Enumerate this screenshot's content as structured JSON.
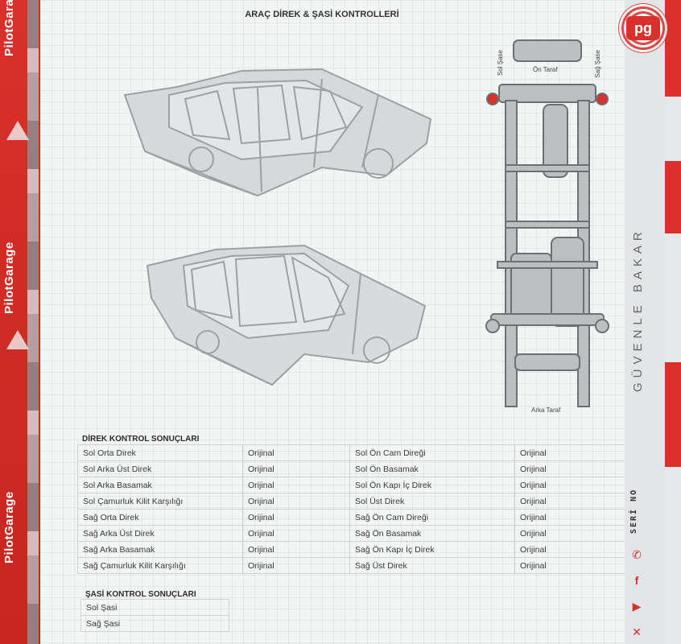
{
  "brand": {
    "name": "PilotGarage",
    "slogan": "GÜVENLE BAKAR",
    "serial_label": "SERİ NO",
    "colors": {
      "primary": "#d9302b",
      "paper": "#f3f4f4",
      "text": "#333333"
    }
  },
  "header": {
    "title": "ARAÇ DİREK & ŞASİ KONTROLLERİ"
  },
  "chassis_diagram": {
    "left_label": "Sol Şase",
    "right_label": "Sağ Şase",
    "front_label": "Ön Taraf",
    "rear_label": "Arka Taraf"
  },
  "pillar_results": {
    "title": "DİREK KONTROL SONUÇLARI",
    "rows": [
      {
        "left_name": "Sol Orta Direk",
        "left_status": "Orijinal",
        "right_name": "Sol Ön Cam Direği",
        "right_status": "Orijinal"
      },
      {
        "left_name": "Sol Arka Üst Direk",
        "left_status": "Orijinal",
        "right_name": "Sol Ön Basamak",
        "right_status": "Orijinal"
      },
      {
        "left_name": "Sol Arka Basamak",
        "left_status": "Orijinal",
        "right_name": "Sol Ön Kapı İç Direk",
        "right_status": "Orijinal"
      },
      {
        "left_name": "Sol Çamurluk Kilit Karşılığı",
        "left_status": "Orijinal",
        "right_name": "Sol Üst Direk",
        "right_status": "Orijinal"
      },
      {
        "left_name": "Sağ Orta Direk",
        "left_status": "Orijinal",
        "right_name": "Sağ Ön Cam Direği",
        "right_status": "Orijinal"
      },
      {
        "left_name": "Sağ Arka Üst Direk",
        "left_status": "Orijinal",
        "right_name": "Sağ Ön Basamak",
        "right_status": "Orijinal"
      },
      {
        "left_name": "Sağ Arka Basamak",
        "left_status": "Orijinal",
        "right_name": "Sağ Ön Kapı İç Direk",
        "right_status": "Orijinal"
      },
      {
        "left_name": "Sağ Çamurluk Kilit Karşılığı",
        "left_status": "Orijinal",
        "right_name": "Sağ Üst Direk",
        "right_status": "Orijinal"
      }
    ]
  },
  "chassis_results": {
    "title": "ŞASİ KONTROL SONUÇLARI",
    "rows": [
      {
        "name": "Sol Şasi",
        "status": ""
      },
      {
        "name": "Sağ Şasi",
        "status": ""
      }
    ]
  }
}
